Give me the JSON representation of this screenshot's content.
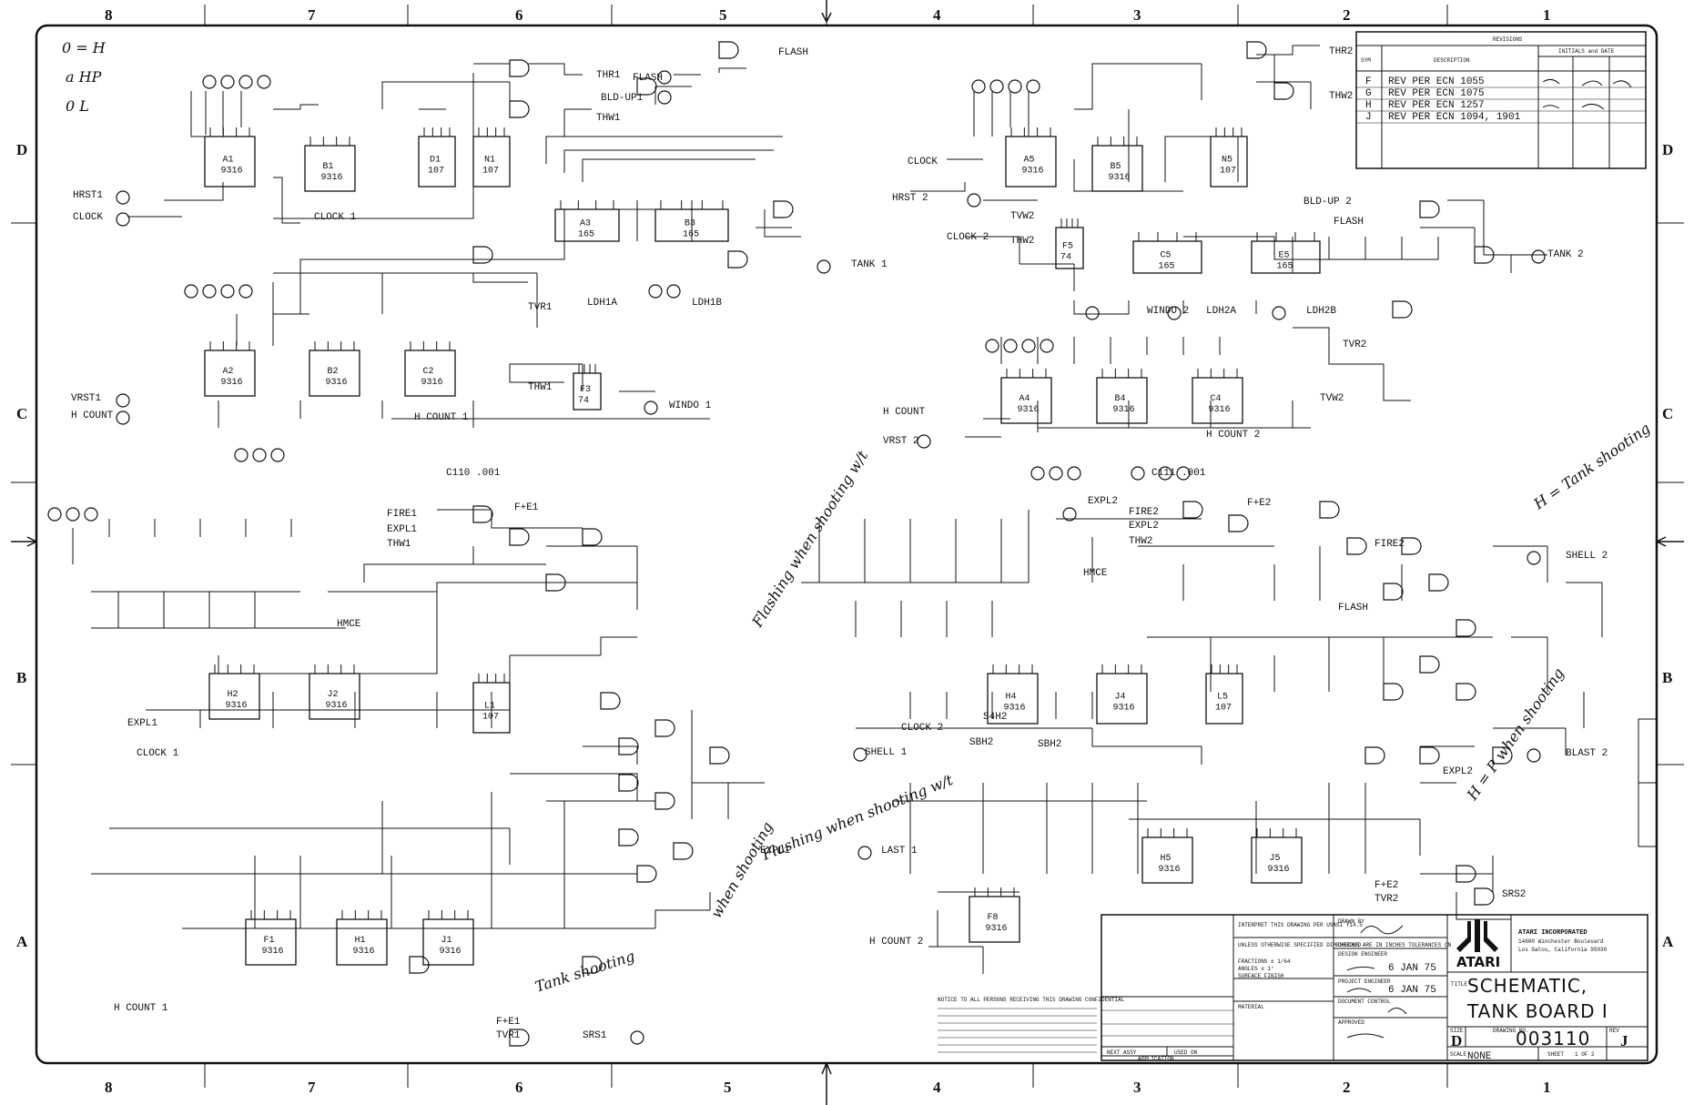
{
  "zones": {
    "columns": [
      "8",
      "7",
      "6",
      "5",
      "4",
      "3",
      "2",
      "1"
    ],
    "rows": [
      "D",
      "C",
      "B",
      "A"
    ]
  },
  "revisions": {
    "heading": "REVISIONS",
    "col_sym": "SYM",
    "col_desc": "DESCRIPTION",
    "col_init": "INITIALS and DATE",
    "rows": [
      {
        "sym": "F",
        "desc": "REV PER ECN 1055"
      },
      {
        "sym": "G",
        "desc": "REV PER ECN 1075"
      },
      {
        "sym": "H",
        "desc": "REV PER ECN 1257"
      },
      {
        "sym": "J",
        "desc": "REV PER ECN 1094, 1901"
      }
    ]
  },
  "title_block": {
    "company": "ATARI INCORPORATED",
    "address1": "14600 Winchester Boulevard",
    "address2": "Los Gatos, California 95030",
    "logo": "ATARI",
    "title_label": "TITLE",
    "title_line1": "SCHEMATIC,",
    "title_line2": "TANK BOARD I",
    "size_label": "SIZE",
    "size": "D",
    "drawing_no_label": "DRAWING NO.",
    "drawing_no": "003110",
    "rev_label": "REV",
    "rev": "J",
    "scale_label": "SCALE",
    "scale": "NONE",
    "sheet_label": "SHEET",
    "sheet": "1 OF 2",
    "drawn_by": "DRAWN BY",
    "checked": "CHECKED",
    "design_engineer": "DESIGN ENGINEER",
    "project_engineer": "PROJECT ENGINEER",
    "document_control": "DOCUMENT CONTROL",
    "approved": "APPROVED",
    "date1": "6 JAN 75",
    "date2": "6 JAN 75",
    "interpret": "INTERPRET THIS DRAWING PER USASI Y14.5",
    "tolerance_head": "UNLESS OTHERWISE SPECIFIED DIMENSIONS ARE IN INCHES TOLERANCES ON",
    "fractions": "FRACTIONS ± 1/64",
    "angles": "ANGLES ± 1°",
    "surface": "SURFACE FINISH",
    "material": "MATERIAL",
    "next_assy": "NEXT ASSY",
    "used_on": "USED ON",
    "application": "APPLICATION",
    "notice": "NOTICE TO ALL PERSONS RECEIVING THIS DRAWING CONFIDENTIAL"
  },
  "chips": [
    {
      "id": "A1",
      "type": "9316"
    },
    {
      "id": "B1",
      "type": "9316"
    },
    {
      "id": "D1",
      "type": "107"
    },
    {
      "id": "N1",
      "type": "107"
    },
    {
      "id": "A3",
      "type": "165"
    },
    {
      "id": "B3",
      "type": "165"
    },
    {
      "id": "A2",
      "type": "9316"
    },
    {
      "id": "B2",
      "type": "9316"
    },
    {
      "id": "C2",
      "type": "9316"
    },
    {
      "id": "F3",
      "type": "74"
    },
    {
      "id": "H2",
      "type": "9316"
    },
    {
      "id": "J2",
      "type": "9316"
    },
    {
      "id": "L1",
      "type": "107"
    },
    {
      "id": "F1",
      "type": "9316"
    },
    {
      "id": "H1",
      "type": "9316"
    },
    {
      "id": "J1",
      "type": "9316"
    },
    {
      "id": "A5",
      "type": "9316"
    },
    {
      "id": "B5",
      "type": "9316"
    },
    {
      "id": "N5",
      "type": "107"
    },
    {
      "id": "C5",
      "type": "165"
    },
    {
      "id": "E5",
      "type": "165"
    },
    {
      "id": "A4",
      "type": "9316"
    },
    {
      "id": "B4",
      "type": "9316"
    },
    {
      "id": "C4",
      "type": "9316"
    },
    {
      "id": "F5",
      "type": "74"
    },
    {
      "id": "H4",
      "type": "9316"
    },
    {
      "id": "J4",
      "type": "9316"
    },
    {
      "id": "L5",
      "type": "107"
    },
    {
      "id": "H5",
      "type": "9316"
    },
    {
      "id": "J5",
      "type": "9316"
    },
    {
      "id": "F8",
      "type": "9316"
    }
  ],
  "signals": {
    "hrst1": "HRST1",
    "clock_in": "CLOCK",
    "clock1": "CLOCK 1",
    "thr1": "THR1",
    "thw1": "THW1",
    "flash": "FLASH",
    "bld_up1": "BLD-UP1",
    "tank1": "TANK 1",
    "ldh1a": "LDH1A",
    "ldh1b": "LDH1B",
    "tvr1": "TVR1",
    "windo1": "WINDO 1",
    "vrst1": "VRST1",
    "hcount": "H COUNT",
    "hcount1": "H COUNT 1",
    "fire1": "FIRE1",
    "expl1": "EXPL1",
    "f_e1": "F+E1",
    "hmce": "HMCE",
    "shell1": "SHELL 1",
    "last1": "LAST 1",
    "srs1": "SRS1",
    "hrst2": "HRST 2",
    "clock2": "CLOCK 2",
    "thr2": "THR2",
    "thw2": "THW2",
    "bld_up2": "BLD-UP 2",
    "tank2": "TANK 2",
    "ldh2a": "LDH2A",
    "ldh2b": "LDH2B",
    "windo2": "WINDO 2",
    "tvr2": "TVR2",
    "tvw2": "TVW2",
    "hcount_b": "H COUNT",
    "vrst2": "VRST 2",
    "hcount2": "H COUNT 2",
    "fire2": "FIRE2",
    "expl2": "EXPL2",
    "f_e2": "F+E2",
    "shell2": "SHELL 2",
    "blast2": "BLAST 2",
    "srs2": "SRS2",
    "sbh2": "SBH2",
    "s4h2": "S4H2",
    "clock2b": "CLOCK 2",
    "hcount2b": "H COUNT 2",
    "c110": "C110 .001",
    "c111": "C111 .001"
  },
  "handwritten": [
    "0 = H",
    "a HP",
    "0 L",
    "Flashing when shooting w/t",
    "Flashing when shooting w/t",
    "when shooting",
    "Tank shooting",
    "H = Tank shooting",
    "H = P when shooting"
  ],
  "colors": {
    "ink": "#111111",
    "paper": "#ffffff"
  }
}
